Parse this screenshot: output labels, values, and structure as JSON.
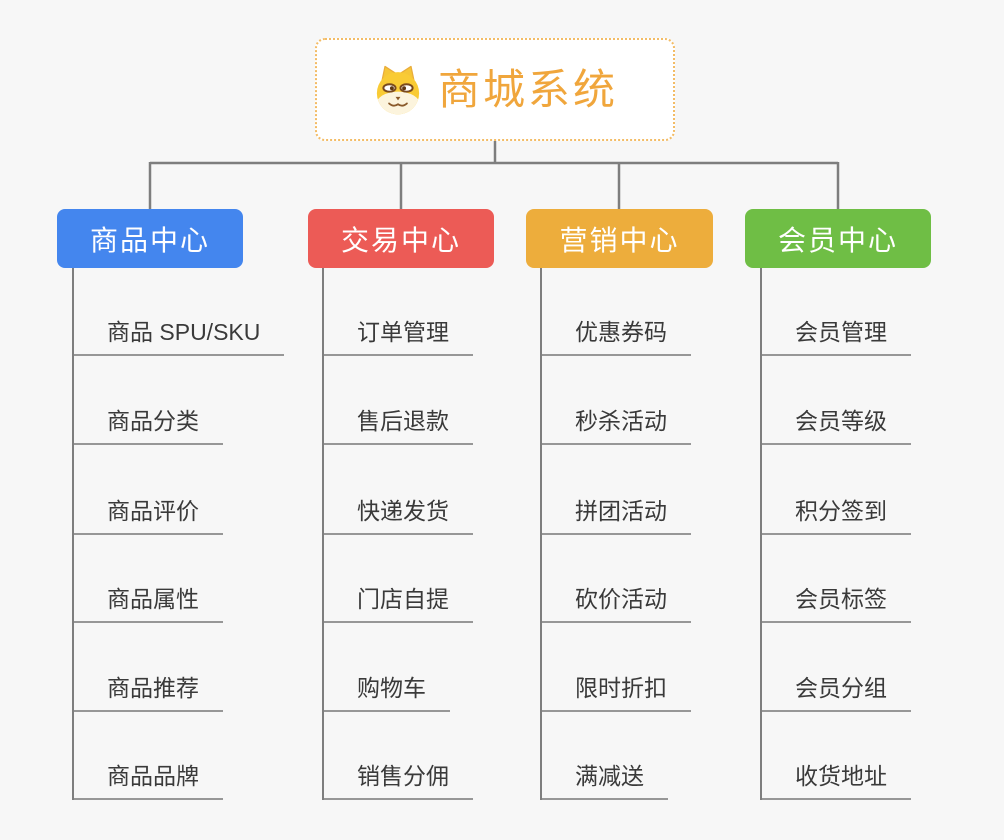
{
  "root": {
    "label": "商城系统",
    "icon": "doge-face-icon"
  },
  "branches": [
    {
      "label": "商品中心",
      "color": "#4486EE",
      "children": [
        "商品 SPU/SKU",
        "商品分类",
        "商品评价",
        "商品属性",
        "商品推荐",
        "商品品牌"
      ]
    },
    {
      "label": "交易中心",
      "color": "#EC5B56",
      "children": [
        "订单管理",
        "售后退款",
        "快递发货",
        "门店自提",
        "购物车",
        "销售分佣"
      ]
    },
    {
      "label": "营销中心",
      "color": "#EDAD3C",
      "children": [
        "优惠券码",
        "秒杀活动",
        "拼团活动",
        "砍价活动",
        "限时折扣",
        "满减送"
      ]
    },
    {
      "label": "会员中心",
      "color": "#6FBE45",
      "children": [
        "会员管理",
        "会员等级",
        "积分签到",
        "会员标签",
        "会员分组",
        "收货地址"
      ]
    }
  ],
  "colors": {
    "background": "#F7F7F7",
    "root_text": "#F0A63C",
    "root_border": "#F3BC66",
    "connector_line": "#7E7E7E",
    "child_underline": "#979797",
    "child_text": "#3A3A3A"
  }
}
